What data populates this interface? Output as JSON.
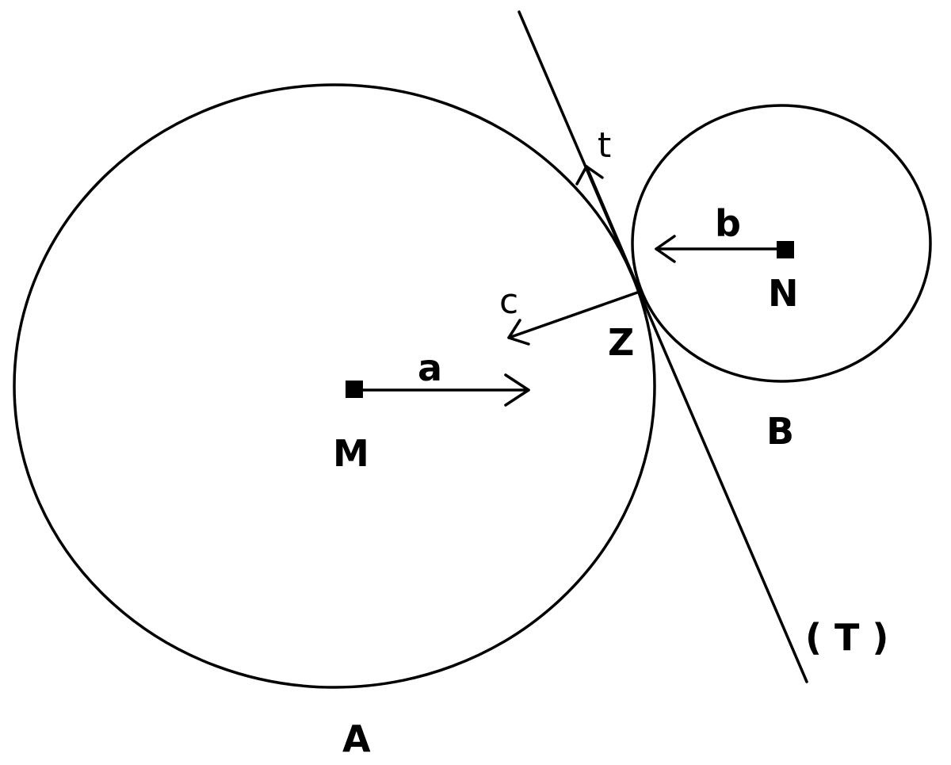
{
  "labels": {
    "circle_a": "A",
    "circle_b": "B",
    "center_m": "M",
    "center_n": "N",
    "point_z": "Z",
    "vector_a": "a",
    "vector_b": "b",
    "vector_c": "c",
    "vector_t": "t",
    "tangent_line": "( T )"
  },
  "colors": {
    "stroke": "#000000",
    "background": "#ffffff"
  }
}
